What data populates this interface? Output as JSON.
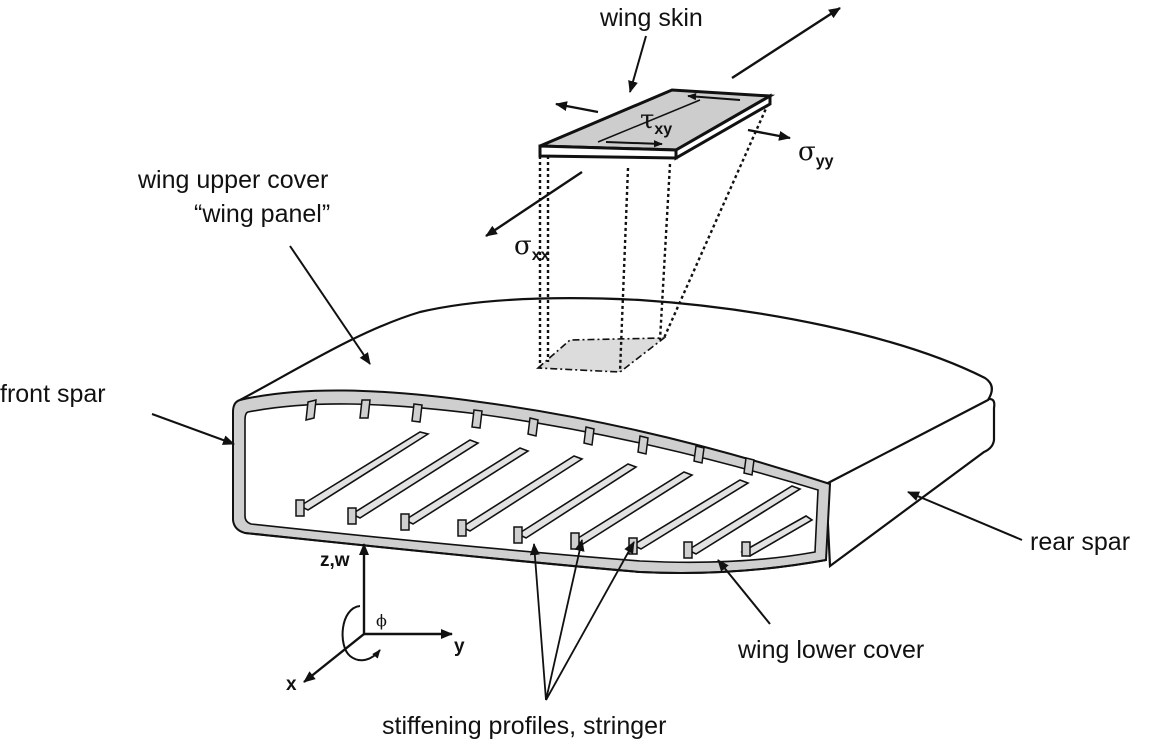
{
  "labels": {
    "wing_skin": "wing skin",
    "upper_cover_line1": "wing upper cover",
    "upper_cover_line2": "“wing panel”",
    "front_spar": "front spar",
    "rear_spar": "rear spar",
    "lower_cover": "wing lower cover",
    "stringers": "stiffening profiles, stringer"
  },
  "stress": {
    "tau_symbol": "τ",
    "tau_sub": "xy",
    "sigma_yy_symbol": "σ",
    "sigma_yy_sub": "yy",
    "sigma_xx_symbol": "σ",
    "sigma_xx_sub": "xx"
  },
  "axes": {
    "z_label": "z,w",
    "y_label": "y",
    "x_label": "x",
    "phi_label": "ϕ"
  }
}
